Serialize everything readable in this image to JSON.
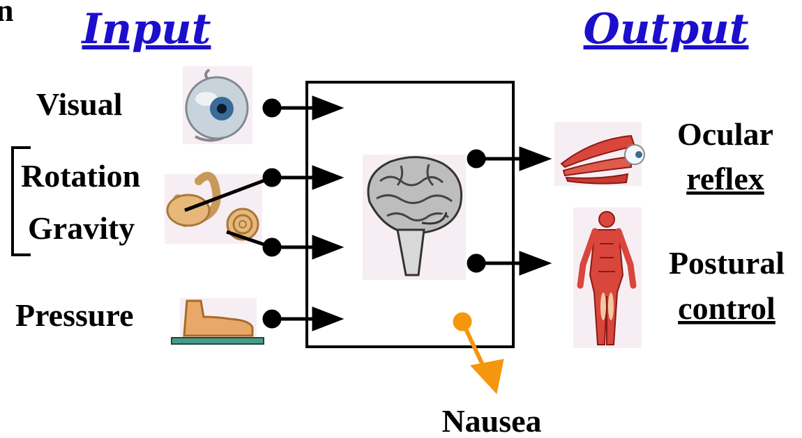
{
  "headings": {
    "input": "Input",
    "output": "Output"
  },
  "corner_mark": "n",
  "inputs": {
    "visual": "Visual",
    "rotation": "Rotation",
    "gravity": "Gravity",
    "pressure": "Pressure"
  },
  "outputs": {
    "ocular_line1": "Ocular",
    "ocular_line2": "reflex",
    "postural_line1": "Postural",
    "postural_line2": "control",
    "nausea": "Nausea"
  },
  "icons": {
    "eye": "eye-icon",
    "inner_ear": "inner-ear-icon",
    "foot": "foot-icon",
    "brain": "brain-icon",
    "eye_muscles": "eye-muscles-icon",
    "body_muscles": "body-muscles-icon"
  },
  "colors": {
    "heading": "#1c0fcc",
    "line": "#000000",
    "nausea_arrow": "#f5960d",
    "muscle": "#d9463c",
    "skin": "#e8b87a",
    "eye_iris": "#3a6a9a",
    "base": "#4a9a8a"
  }
}
